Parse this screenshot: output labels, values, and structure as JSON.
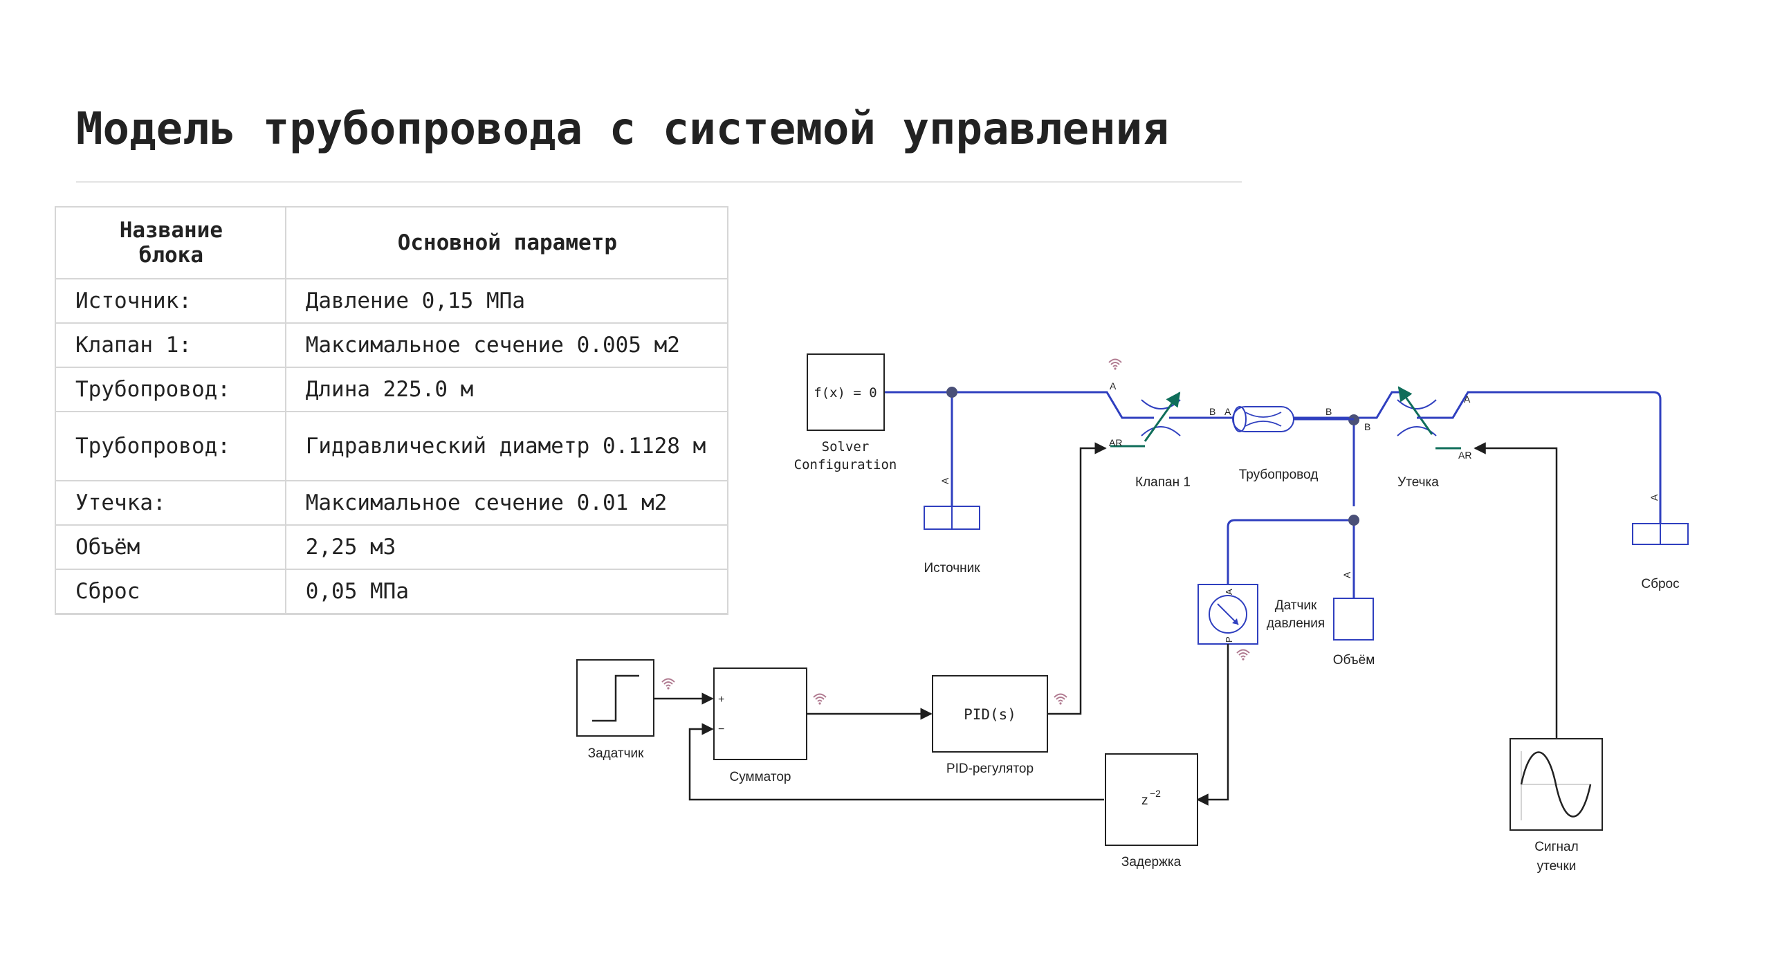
{
  "title": "Модель трубопровода с системой управления",
  "table": {
    "headers": [
      "Название\nблока",
      "Основной параметр"
    ],
    "rows": [
      [
        "Источник:",
        "Давление 0,15 МПа"
      ],
      [
        "Клапан 1:",
        "Максимальное сечение 0.005 м2"
      ],
      [
        "Трубопровод:",
        "Длина 225.0 м"
      ],
      [
        "Трубопровод:",
        "Гидравлический диаметр 0.1128 м"
      ],
      [
        "Утечка:",
        "Максимальное сечение 0.01 м2"
      ],
      [
        "Объём",
        "2,25 м3"
      ],
      [
        "Сброс",
        "0,05 МПа"
      ]
    ]
  },
  "diagram": {
    "blocks": {
      "solver": {
        "text": "f(x) = 0",
        "label1": "Solver",
        "label2": "Configuration"
      },
      "source": {
        "label": "Источник",
        "port": "A"
      },
      "valve1": {
        "label": "Клапан 1",
        "port_a": "A",
        "port_b": "B",
        "port_ar": "AR"
      },
      "pipe": {
        "label": "Трубопровод",
        "port_a": "A",
        "port_b": "B"
      },
      "leak": {
        "label": "Утечка",
        "port_a": "A",
        "port_b": "B",
        "port_ar": "AR"
      },
      "drain": {
        "label": "Сброс",
        "port": "A"
      },
      "sensor": {
        "label1": "Датчик",
        "label2": "давления",
        "port_a": "A",
        "port_p": "P"
      },
      "volume": {
        "label": "Объём",
        "port": "A"
      },
      "setpoint": {
        "label": "Задатчик"
      },
      "summator": {
        "label": "Сумматор",
        "plus": "+",
        "minus": "−"
      },
      "pid": {
        "text": "PID(s)",
        "label": "PID-регулятор"
      },
      "delay": {
        "text": "z",
        "exp": "−2",
        "label": "Задержка"
      },
      "leak_signal": {
        "label1": "Сигнал",
        "label2": "утечки"
      }
    },
    "colors": {
      "physical": "#2f3fbf",
      "signal": "#1e1e1e",
      "ar_port": "#0f6e5a",
      "node": "#4a5078",
      "wifi": "#b07a90"
    }
  }
}
